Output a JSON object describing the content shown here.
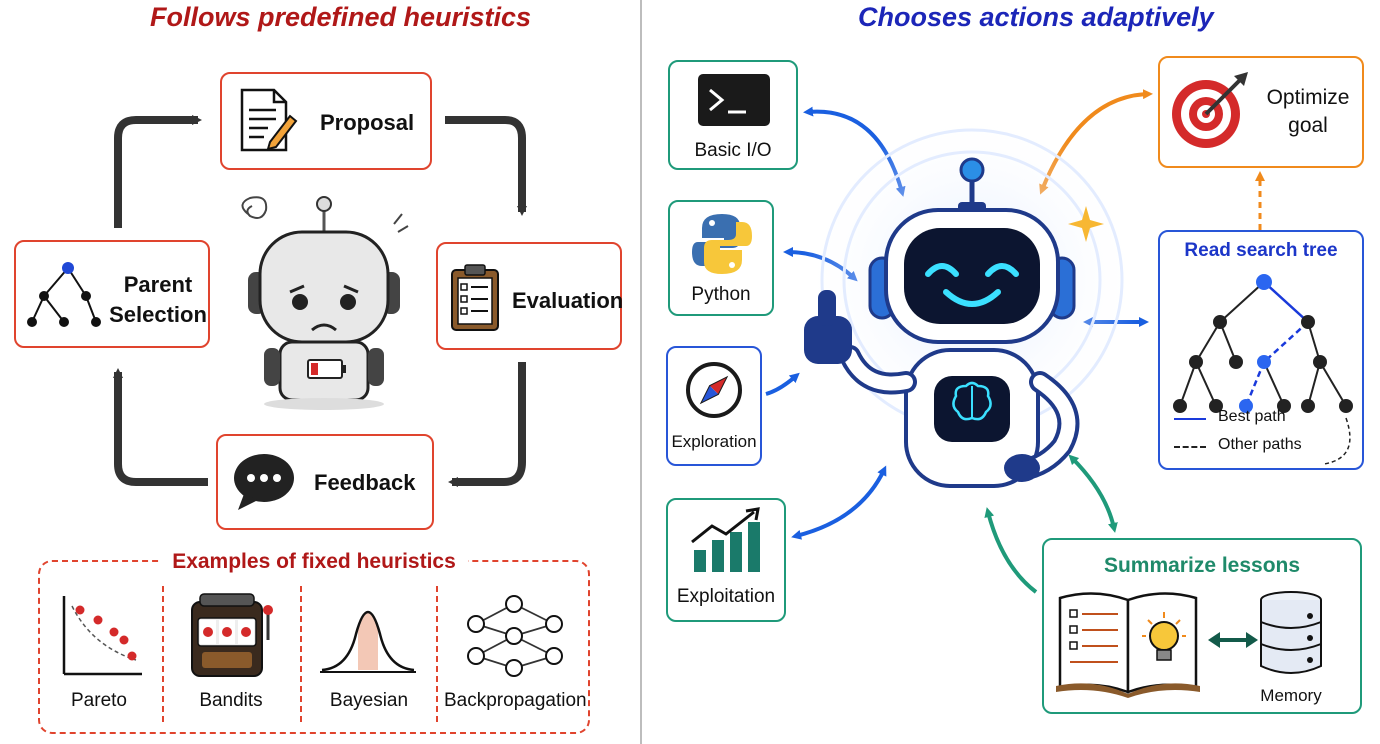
{
  "left": {
    "title": "Follows predefined heuristics",
    "cycle": {
      "proposal": "Proposal",
      "evaluation": "Evaluation",
      "feedback": "Feedback",
      "parent_selection_line1": "Parent",
      "parent_selection_line2": "Selection"
    },
    "examples": {
      "title": "Examples of fixed heuristics",
      "items": [
        "Pareto",
        "Bandits",
        "Bayesian",
        "Backpropagation"
      ]
    }
  },
  "right": {
    "title": "Chooses actions adaptively",
    "tools": [
      "Basic I/O",
      "Python",
      "Exploration",
      "Exploitation"
    ],
    "goal_line1": "Optimize",
    "goal_line2": "goal",
    "search_tree": {
      "title": "Read search tree",
      "legend_best": "Best path",
      "legend_other": "Other paths"
    },
    "lessons": {
      "title": "Summarize lessons",
      "memory": "Memory"
    }
  },
  "colors": {
    "left_title": "#b01818",
    "right_title": "#1c26b8",
    "red": "#e0442e",
    "green": "#1f9a7a",
    "blue": "#2856d8",
    "orange": "#f08a1c"
  }
}
